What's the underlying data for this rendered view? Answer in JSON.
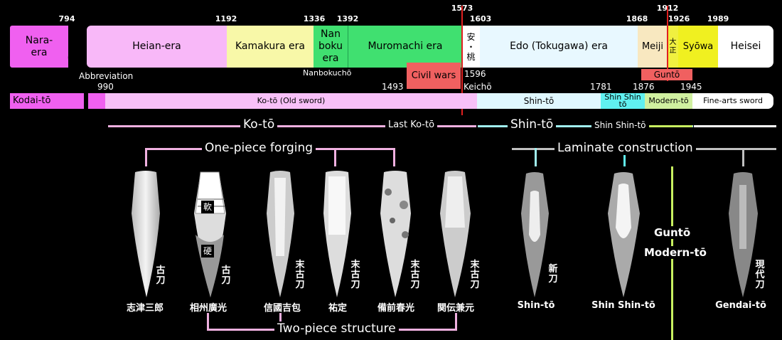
{
  "years": {
    "y794": "794",
    "y1192": "1192",
    "y1336": "1336",
    "y1392": "1392",
    "y1573": "1573",
    "y1603": "1603",
    "y1868": "1868",
    "y1912": "1912",
    "y1926": "1926",
    "y1989": "1989",
    "y990": "990",
    "y1493": "1493",
    "y1596": "1596",
    "y1781": "1781",
    "y1876": "1876",
    "y1945": "1945"
  },
  "eras": {
    "nara_line1": "Nara-",
    "nara_line2": "era",
    "heian": "Heian-era",
    "kamakura": "Kamakura era",
    "nanboku_line1": "Nan",
    "nanboku_line2": "boku",
    "nanboku_line3": "era",
    "muromachi": "Muromachi era",
    "azuchi_line1": "安",
    "azuchi_line2": "・",
    "azuchi_line3": "桃",
    "edo": "Edo (Tokugawa) era",
    "meiji": "Meiji",
    "taisho_line1": "大",
    "taisho_line2": "正",
    "syowa": "Syōwa",
    "heisei": "Heisei"
  },
  "notes": {
    "abbreviation": "Abbreviation",
    "nanbokucho": "Nanbokuchō",
    "civil_wars": "Civil wars",
    "keicho": "Keichō",
    "gunto_badge": "Guntō"
  },
  "sword_bar": {
    "kodai": "Kodai-tō",
    "koto": "Ko-tō (Old sword)",
    "shinto": "Shin-tō",
    "shinshin_line1": "Shin Shin",
    "shinshin_line2": "tō",
    "modern": "Modern-tō",
    "finearts": "Fine-arts sword"
  },
  "periods": {
    "koto": "Ko-tō",
    "last_koto": "Last Ko-tō",
    "shinto": "Shin-tō",
    "shinshinto": "Shin Shin-tō"
  },
  "construction": {
    "one_piece": "One-piece forging",
    "laminate": "Laminate construction",
    "two_piece": "Two-piece structure",
    "gunto": "Guntō",
    "modern_to": "Modern-tō"
  },
  "blades": [
    {
      "name": "志津三郎",
      "tag": "古刀"
    },
    {
      "name": "相州廣光",
      "tag": "古刀",
      "soft": "軟",
      "hard": "硬"
    },
    {
      "name": "信國吉包",
      "tag": "末古刀"
    },
    {
      "name": "祐定",
      "tag": "末古刀"
    },
    {
      "name": "備前春光",
      "tag": "末古刀"
    },
    {
      "name": "関伝兼元",
      "tag": "末古刀"
    },
    {
      "name": "Shin-tō",
      "tag": "新刀"
    },
    {
      "name": "Shin Shin-tō",
      "tag": ""
    },
    {
      "name": "Gendai-tō",
      "tag": "現代刀"
    }
  ],
  "colors": {
    "nara": "#f060f0",
    "heian": "#f8b8f8",
    "kamakura": "#f8f8a8",
    "nanboku": "#40e070",
    "muromachi": "#40e070",
    "edo": "#e8f8ff",
    "meiji": "#f8e8c0",
    "taisho": "#f0f040",
    "syowa": "#f0f020",
    "civil_wars": "#f06060",
    "red_line": "#e02020",
    "koto_bar": "#f8c0f8",
    "shinto_bar": "#e0f8ff",
    "shinshin_bar": "#60f0f0",
    "modern_bar": "#d0f0a0",
    "pink_line": "#f0b0e0",
    "cyan_line": "#a0f0f0",
    "green_line": "#c8f060",
    "gray_line": "#c0c0c0"
  }
}
